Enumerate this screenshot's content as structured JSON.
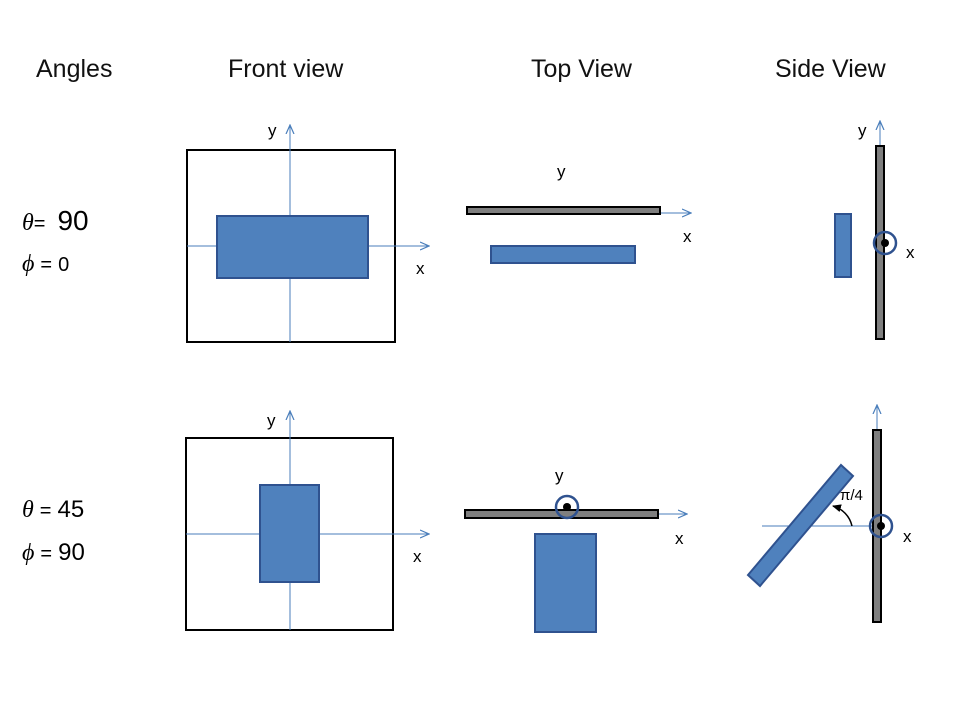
{
  "headers": {
    "angles": "Angles",
    "front": "Front view",
    "top": "Top View",
    "side": "Side View"
  },
  "rows": [
    {
      "theta_symbol": "θ",
      "theta_eq": "=",
      "theta_value": "90",
      "phi_symbol": "ϕ",
      "phi_eq": "=",
      "phi_value": "0"
    },
    {
      "theta_symbol": "θ",
      "theta_eq": "=",
      "theta_value": "45",
      "phi_symbol": "ϕ",
      "phi_eq": "=",
      "phi_value": "90"
    }
  ],
  "axis_labels": {
    "x": "x",
    "y": "y"
  },
  "angle_annotation": "π/4",
  "colors": {
    "plate_fill": "#4f81bd",
    "plate_stroke": "#2f528f",
    "axis": "#4a7ebb",
    "bar": "#7f7f7f"
  }
}
